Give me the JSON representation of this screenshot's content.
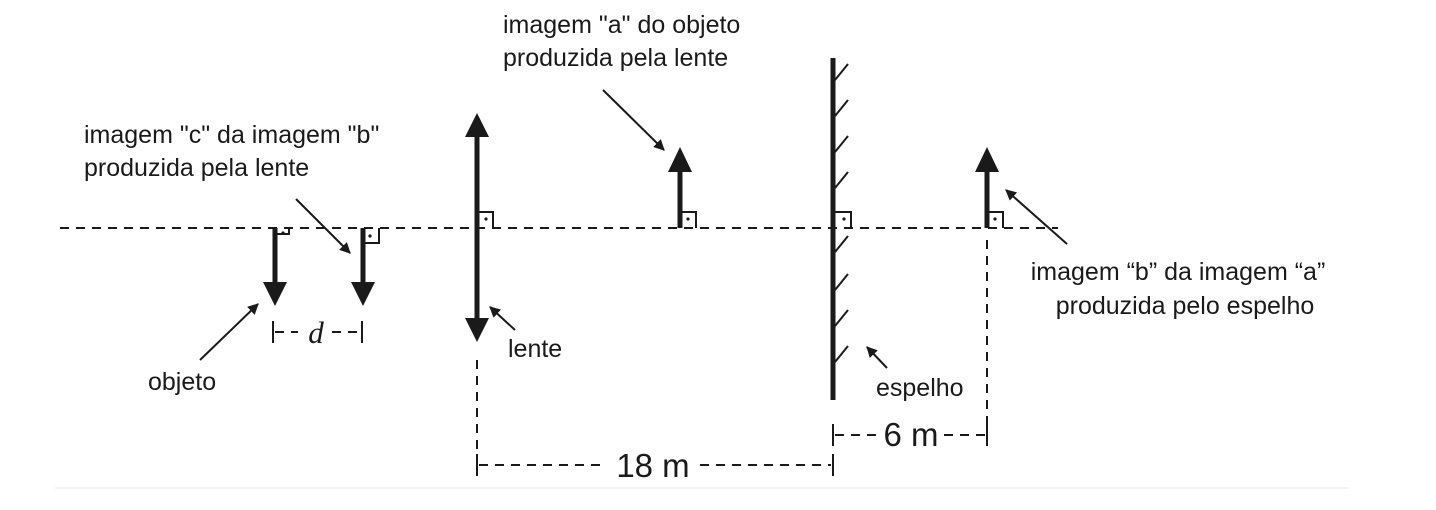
{
  "labels": {
    "objeto": "objeto",
    "lente": "lente",
    "espelho": "espelho",
    "imagem_a": [
      "imagem \"a\" do objeto",
      "produzida pela lente"
    ],
    "imagem_b": [
      "imagem “b” da imagem “a”",
      "produzida pelo espelho"
    ],
    "imagem_c": [
      "imagem \"c\" da imagem \"b\"",
      "produzida pela lente"
    ]
  },
  "dimensions": {
    "d": "d",
    "lens_to_mirror": "18 m",
    "mirror_to_image_b": "6 m"
  },
  "colors": {
    "ink": "#1a1a1a",
    "background": "#ffffff"
  }
}
